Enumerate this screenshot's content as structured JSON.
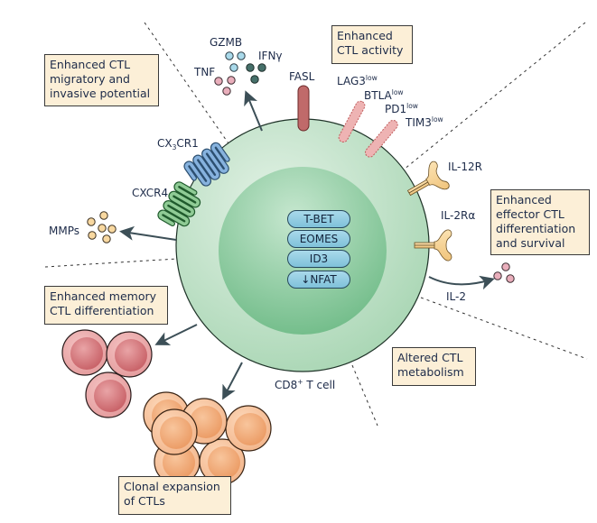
{
  "cell": {
    "label": "CD8",
    "label_sup": "+",
    "label_rest": " T cell",
    "transcription_factors": [
      "T-BET",
      "EOMES",
      "ID3",
      "↓NFAT"
    ]
  },
  "boxes": {
    "migratory": "Enhanced CTL\nmigratory and\ninvasive potential",
    "activity": "Enhanced\nCTL activity",
    "effector": "Enhanced\neffector CTL\ndifferentiation\nand survival",
    "memory": "Enhanced memory\nCTL differentiation",
    "metabolism": "Altered CTL\nmetabolism",
    "clonal": "Clonal expansion\nof CTLs"
  },
  "molecules": {
    "gzmb": "GZMB",
    "ifng": "IFNγ",
    "tnf": "TNF",
    "fasl": "FASL",
    "lag3": "LAG3",
    "btla": "BTLA",
    "pd1": "PD1",
    "tim3": "TIM3",
    "low": "low",
    "cx3cr1_a": "CX",
    "cx3cr1_sub": "3",
    "cx3cr1_b": "CR1",
    "cxcr4": "CXCR4",
    "mmps": "MMPs",
    "il12r": "IL-12R",
    "il2ra": "IL-2Rα",
    "il2": "IL-2"
  },
  "colors": {
    "cell_outer": "#b9dcc2",
    "cell_inner": "#86c79a",
    "box_fill": "#fcefd7",
    "gzmb": "#a9d9ea",
    "ifng": "#3f6a62",
    "tnf": "#e6a7b5",
    "inhibitory_receptor": "#e8a2a2",
    "fasl": "#b85a5a",
    "cx3cr1": "#7aa7d6",
    "cxcr4": "#7fbf87",
    "cytokine_receptor": "#f5cf8c",
    "memory_cell": "#d8787c",
    "clonal_cell": "#f2aa78",
    "arrow": "#3c4f57"
  }
}
